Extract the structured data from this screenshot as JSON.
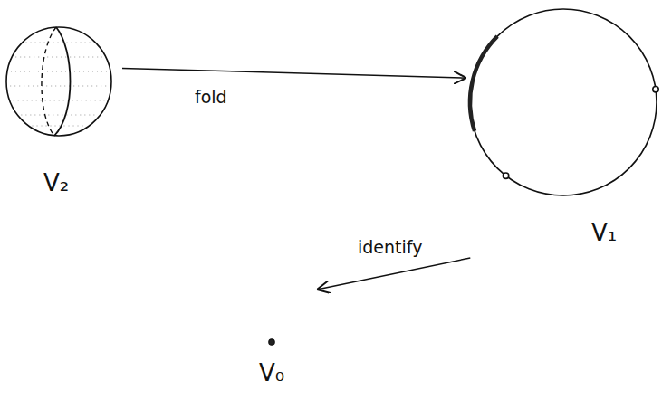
{
  "diagram": {
    "nodes": [
      {
        "text": [
          "V₂"
        ]
      },
      {
        "text": [
          "V₁"
        ]
      },
      {
        "text": [
          "V₀"
        ]
      }
    ],
    "edges": [
      {
        "from": 0,
        "to": 1,
        "arrow": "to",
        "label": "fold"
      },
      {
        "from": 1,
        "to": 2,
        "arrow": "to",
        "label": "identify"
      }
    ]
  }
}
